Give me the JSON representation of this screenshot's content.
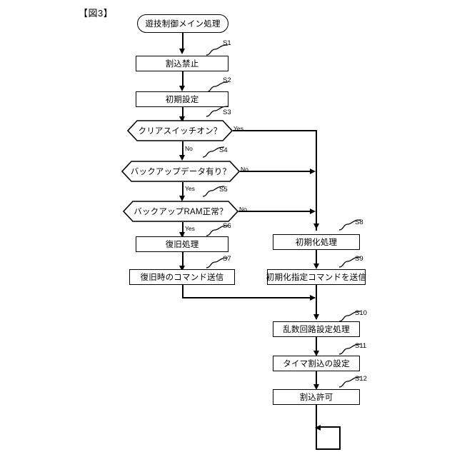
{
  "figure": {
    "caption": "【図3】"
  },
  "flowchart": {
    "type": "flowchart",
    "start": {
      "id": "start",
      "shape": "terminal",
      "label": "遊技制御メイン処理"
    },
    "nodes": [
      {
        "id": "S1",
        "step": "S1",
        "shape": "process",
        "label": "割込禁止",
        "column": "left"
      },
      {
        "id": "S2",
        "step": "S2",
        "shape": "process",
        "label": "初期設定",
        "column": "left"
      },
      {
        "id": "S3",
        "step": "S3",
        "shape": "decision",
        "label": "クリアスイッチオン？",
        "column": "left",
        "yes": "right",
        "no": "down"
      },
      {
        "id": "S4",
        "step": "S4",
        "shape": "decision",
        "label": "バックアップデータ有り？",
        "column": "left",
        "yes": "down",
        "no": "right"
      },
      {
        "id": "S5",
        "step": "S5",
        "shape": "decision",
        "label": "バックアップRAM正常？",
        "column": "left",
        "yes": "down",
        "no": "right"
      },
      {
        "id": "S6",
        "step": "S6",
        "shape": "process",
        "label": "復旧処理",
        "column": "left"
      },
      {
        "id": "S7",
        "step": "S7",
        "shape": "process",
        "label": "復旧時のコマンド送信",
        "column": "left"
      },
      {
        "id": "S8",
        "step": "S8",
        "shape": "process",
        "label": "初期化処理",
        "column": "right"
      },
      {
        "id": "S9",
        "step": "S9",
        "shape": "process",
        "label": "初期化指定コマンドを送信",
        "column": "right"
      },
      {
        "id": "S10",
        "step": "S10",
        "shape": "process",
        "label": "乱数回路設定処理",
        "column": "right"
      },
      {
        "id": "S11",
        "step": "S11",
        "shape": "process",
        "label": "タイマ割込の設定",
        "column": "right"
      },
      {
        "id": "S12",
        "step": "S12",
        "shape": "process",
        "label": "割込許可",
        "column": "right"
      }
    ],
    "branch_labels": {
      "s3_yes": "Yes",
      "s3_no": "No",
      "s4_no": "No",
      "s4_yes": "Yes",
      "s5_no": "No",
      "s5_yes": "Yes"
    },
    "colors": {
      "stroke": "#000000",
      "fill": "#ffffff",
      "background": "#ffffff"
    }
  }
}
